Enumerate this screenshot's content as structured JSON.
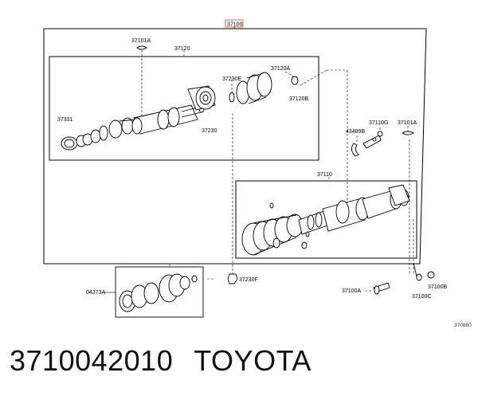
{
  "header_tag": "37100",
  "labels": {
    "l37101A_top": "37101A",
    "l37120": "37120",
    "l37230E": "37230E",
    "l37120A": "37120A",
    "l37120B": "37120B",
    "l37331": "37331",
    "l37230": "37230",
    "l43489B": "43489B",
    "l37110G": "37110G",
    "l37101A_right": "37101A",
    "l37110": "37110",
    "l04373A": "04373A",
    "l37230F": "37230F",
    "l37100A": "37100A",
    "l37100B": "37100B",
    "l37100C": "37100C"
  },
  "diagram_code": "370860",
  "part_number": "3710042010",
  "brand": "TOYOTA"
}
